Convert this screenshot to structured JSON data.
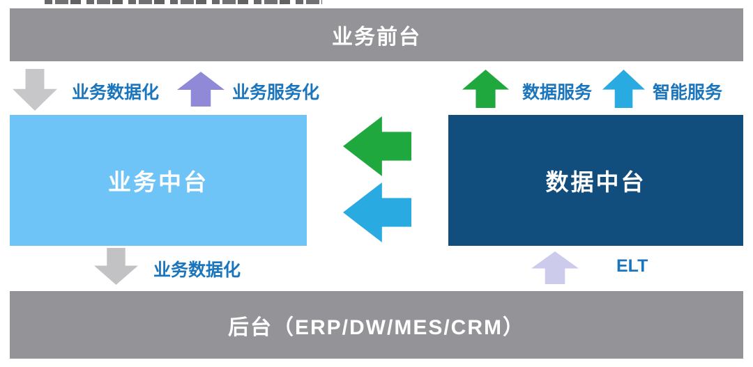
{
  "colors": {
    "bar_gray": "#939398",
    "bar_text": "#FFFFFF",
    "arrow_gray_top": "#C7C7C9",
    "arrow_gray_bottom": "#C2C2C4",
    "box_light_blue": "#6EC4F7",
    "box_dark_blue": "#124E7D",
    "arrow_green": "#1FA83E",
    "arrow_cyan": "#29ABE2",
    "arrow_purple": "#8F89D8",
    "arrow_lavender": "#CDCBEB",
    "label_blue": "#1B75BC"
  },
  "front_bar": {
    "label": "业务前台"
  },
  "back_bar": {
    "label": "后台（ERP/DW/MES/CRM）"
  },
  "business_platform": {
    "label": "业务中台"
  },
  "data_platform": {
    "label": "数据中台"
  },
  "flows": {
    "business_digitize_top": {
      "label": "业务数据化",
      "direction": "down"
    },
    "business_servitize": {
      "label": "业务服务化",
      "direction": "up"
    },
    "data_service": {
      "label": "数据服务",
      "direction": "up"
    },
    "intelligent_service": {
      "label": "智能服务",
      "direction": "up"
    },
    "business_digitize_bottom": {
      "label": "业务数据化",
      "direction": "down"
    },
    "elt": {
      "label": "ELT",
      "direction": "up"
    }
  },
  "middle_arrows": {
    "top": {
      "direction": "left",
      "color": "#1FA83E"
    },
    "bottom": {
      "direction": "left",
      "color": "#29ABE2"
    }
  }
}
